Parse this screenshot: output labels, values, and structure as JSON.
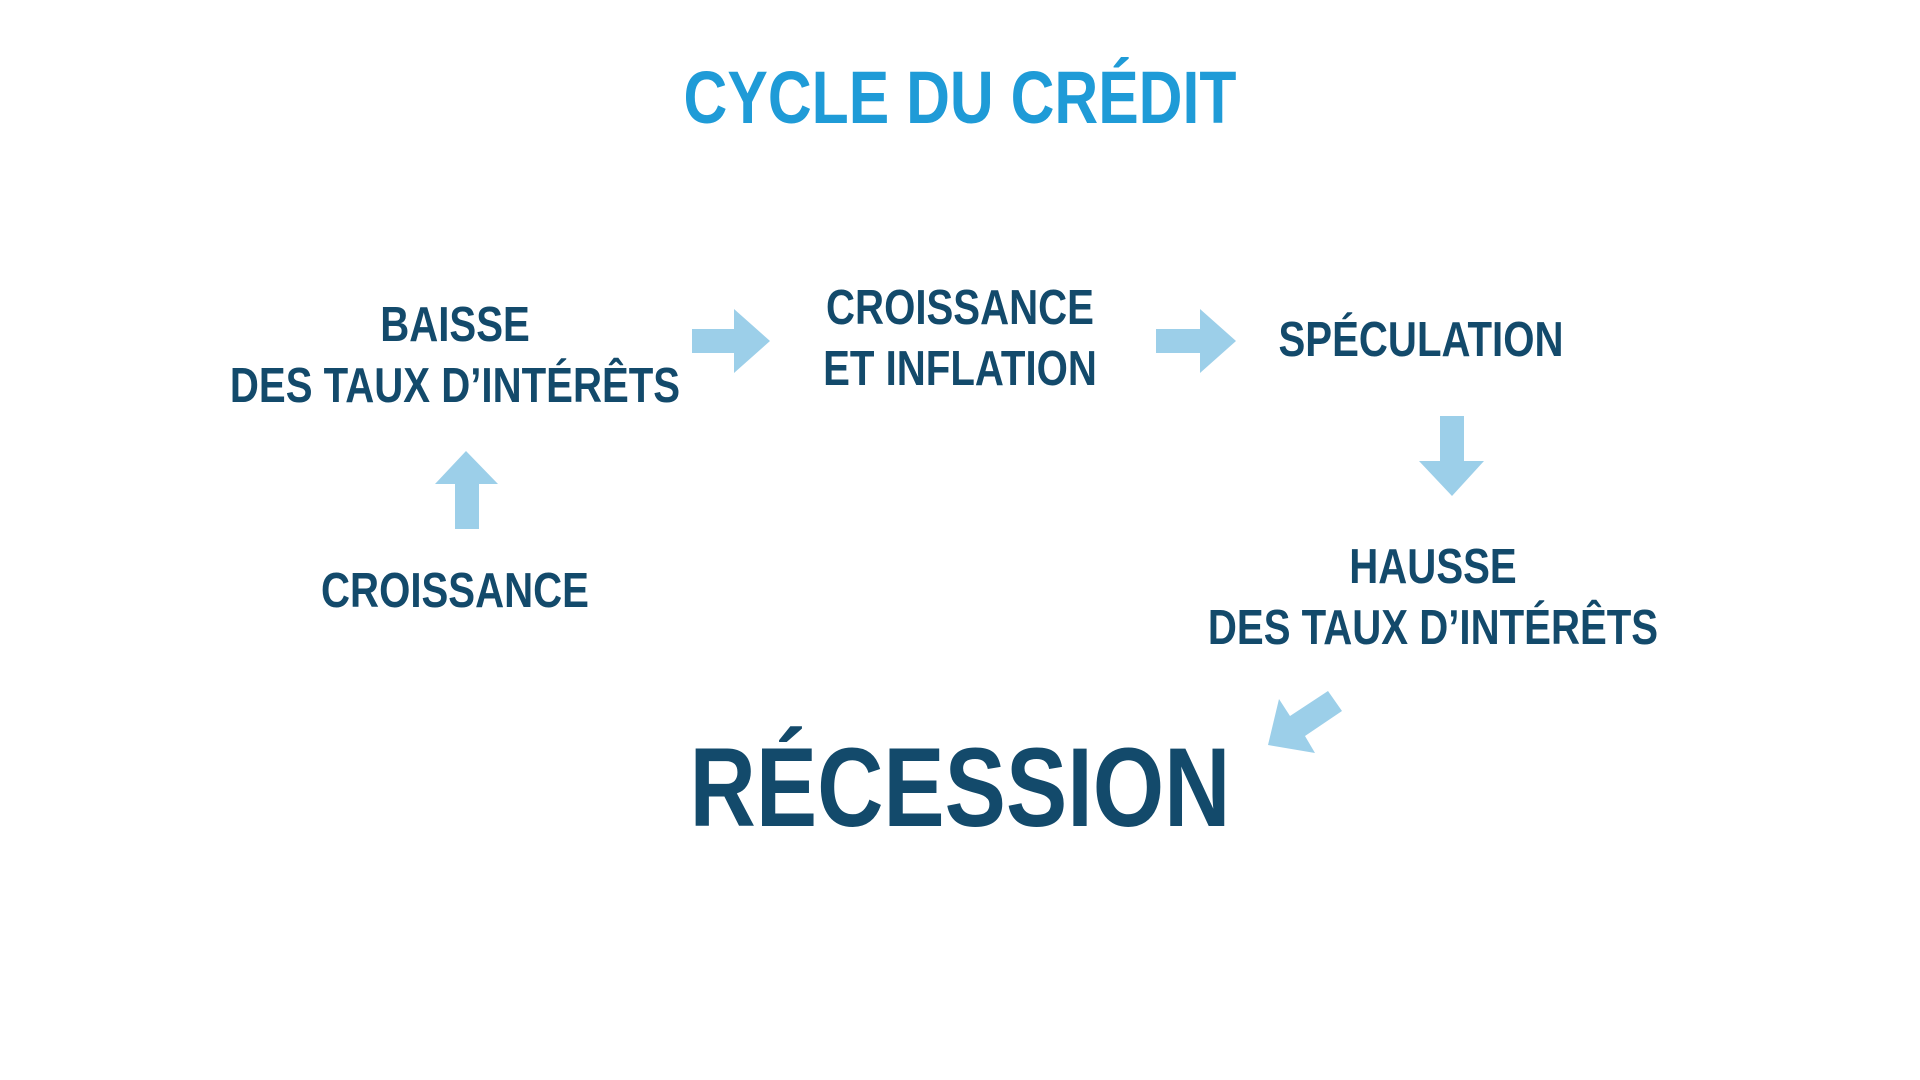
{
  "title": "CYCLE DU CRÉDIT",
  "nodes": {
    "baisse": {
      "line1": "BAISSE",
      "line2": "DES TAUX D’INTÉRÊTS"
    },
    "croissance_inflation": {
      "line1": "CROISSANCE",
      "line2": "ET INFLATION"
    },
    "speculation": {
      "line1": "SPÉCULATION"
    },
    "hausse": {
      "line1": "HAUSSE",
      "line2": "DES TAUX D’INTÉRÊTS"
    },
    "croissance": {
      "line1": "CROISSANCE"
    },
    "recession": {
      "line1": "RÉCESSION"
    }
  },
  "colors": {
    "title": "#1f9bd7",
    "text": "#134a6b",
    "arrow": "#9ccfe9"
  }
}
